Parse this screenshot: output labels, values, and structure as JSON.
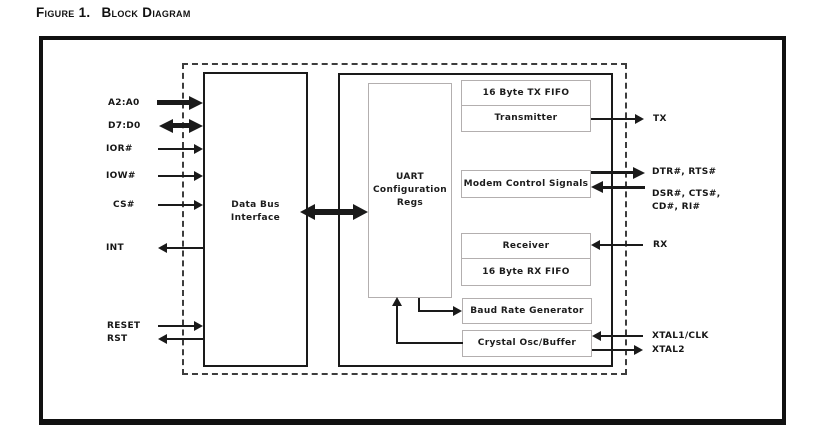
{
  "figure": {
    "label": "Figure 1.",
    "title": "Block Diagram"
  },
  "blocks": {
    "data_bus_interface": "Data Bus Interface",
    "uart_config_regs": "UART Configuration Regs",
    "tx_fifo": "16 Byte TX FIFO",
    "transmitter": "Transmitter",
    "modem_control": "Modem Control Signals",
    "receiver": "Receiver",
    "rx_fifo": "16 Byte RX FIFO",
    "baud_rate_generator": "Baud Rate Generator",
    "crystal_osc": "Crystal Osc/Buffer"
  },
  "pins": {
    "left": [
      {
        "label": "A2:A0",
        "direction": "in",
        "weight": "thick"
      },
      {
        "label": "D7:D0",
        "direction": "bidirectional",
        "weight": "thick"
      },
      {
        "label": "IOR#",
        "direction": "in",
        "weight": "thin"
      },
      {
        "label": "IOW#",
        "direction": "in",
        "weight": "thin"
      },
      {
        "label": "CS#",
        "direction": "in",
        "weight": "thin"
      },
      {
        "label": "INT",
        "direction": "out",
        "weight": "thin"
      },
      {
        "label": "RESET",
        "direction": "in",
        "weight": "thin"
      },
      {
        "label": "RST",
        "direction": "out",
        "weight": "thin"
      }
    ],
    "right": [
      {
        "label": "TX",
        "direction": "out",
        "weight": "thin"
      },
      {
        "label": "DTR#, RTS#",
        "direction": "out",
        "weight": "medium"
      },
      {
        "label": "DSR#, CTS#,",
        "direction": "in",
        "weight": "medium"
      },
      {
        "label": "CD#, RI#",
        "direction": "in",
        "weight": "medium"
      },
      {
        "label": "RX",
        "direction": "in",
        "weight": "thin"
      },
      {
        "label": "XTAL1/CLK",
        "direction": "in",
        "weight": "thin"
      },
      {
        "label": "XTAL2",
        "direction": "out",
        "weight": "thin"
      }
    ]
  },
  "connections": [
    {
      "from": "data_bus_interface",
      "to": "uart_config_regs",
      "type": "bidirectional-bus"
    },
    {
      "from": "uart_config_regs",
      "to": "baud_rate_generator",
      "type": "arrow"
    },
    {
      "from": "crystal_osc",
      "to": "uart_config_regs",
      "type": "arrow"
    },
    {
      "from": "transmitter",
      "to": "TX",
      "type": "arrow"
    },
    {
      "from": "modem_control",
      "to": "DTR#, RTS#",
      "type": "arrow"
    },
    {
      "from": "DSR#, CTS#, CD#, RI#",
      "to": "modem_control",
      "type": "arrow"
    },
    {
      "from": "RX",
      "to": "receiver",
      "type": "arrow"
    },
    {
      "from": "XTAL1/CLK",
      "to": "crystal_osc",
      "type": "arrow"
    },
    {
      "from": "crystal_osc",
      "to": "XTAL2",
      "type": "arrow"
    }
  ],
  "colors": {
    "line": "#1a1a1a",
    "block_border": "#b3afaf",
    "chip_boundary": "#3d3d3d",
    "frame": "#111111"
  }
}
